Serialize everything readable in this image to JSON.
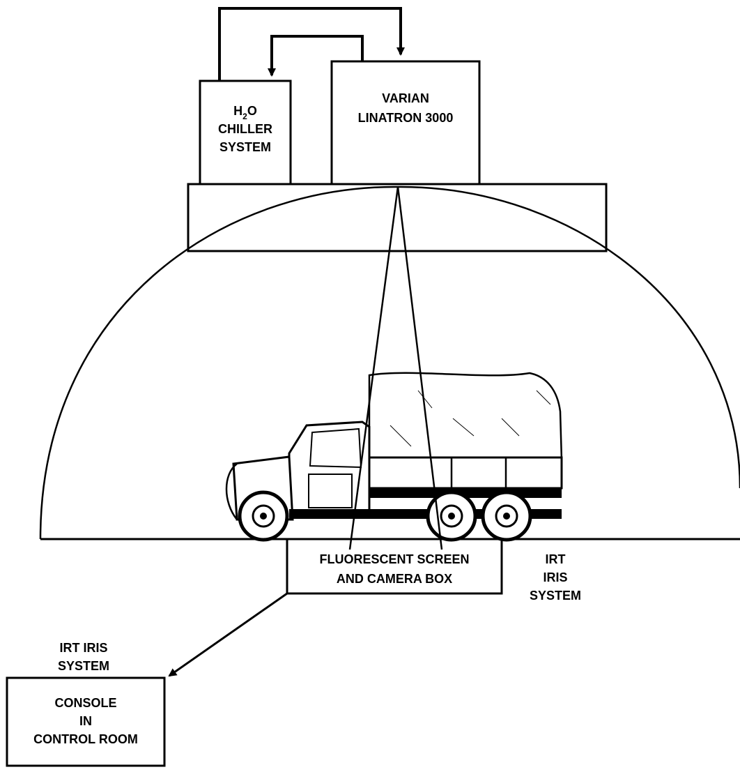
{
  "labels": {
    "chiller_h": "H",
    "chiller_sub": "2",
    "chiller_o": "O",
    "chiller_line2": "CHILLER",
    "chiller_line3": "SYSTEM",
    "linatron_line1": "VARIAN",
    "linatron_line2": "LINATRON 3000",
    "screen_line1": "FLUORESCENT SCREEN",
    "screen_line2": "AND CAMERA BOX",
    "irt_right_line1": "IRT",
    "irt_right_line2": "IRIS",
    "irt_right_line3": "SYSTEM",
    "irt_left_line1": "IRT IRIS",
    "irt_left_line2": "SYSTEM",
    "console_line1": "CONSOLE",
    "console_line2": "IN",
    "console_line3": "CONTROL ROOM"
  }
}
